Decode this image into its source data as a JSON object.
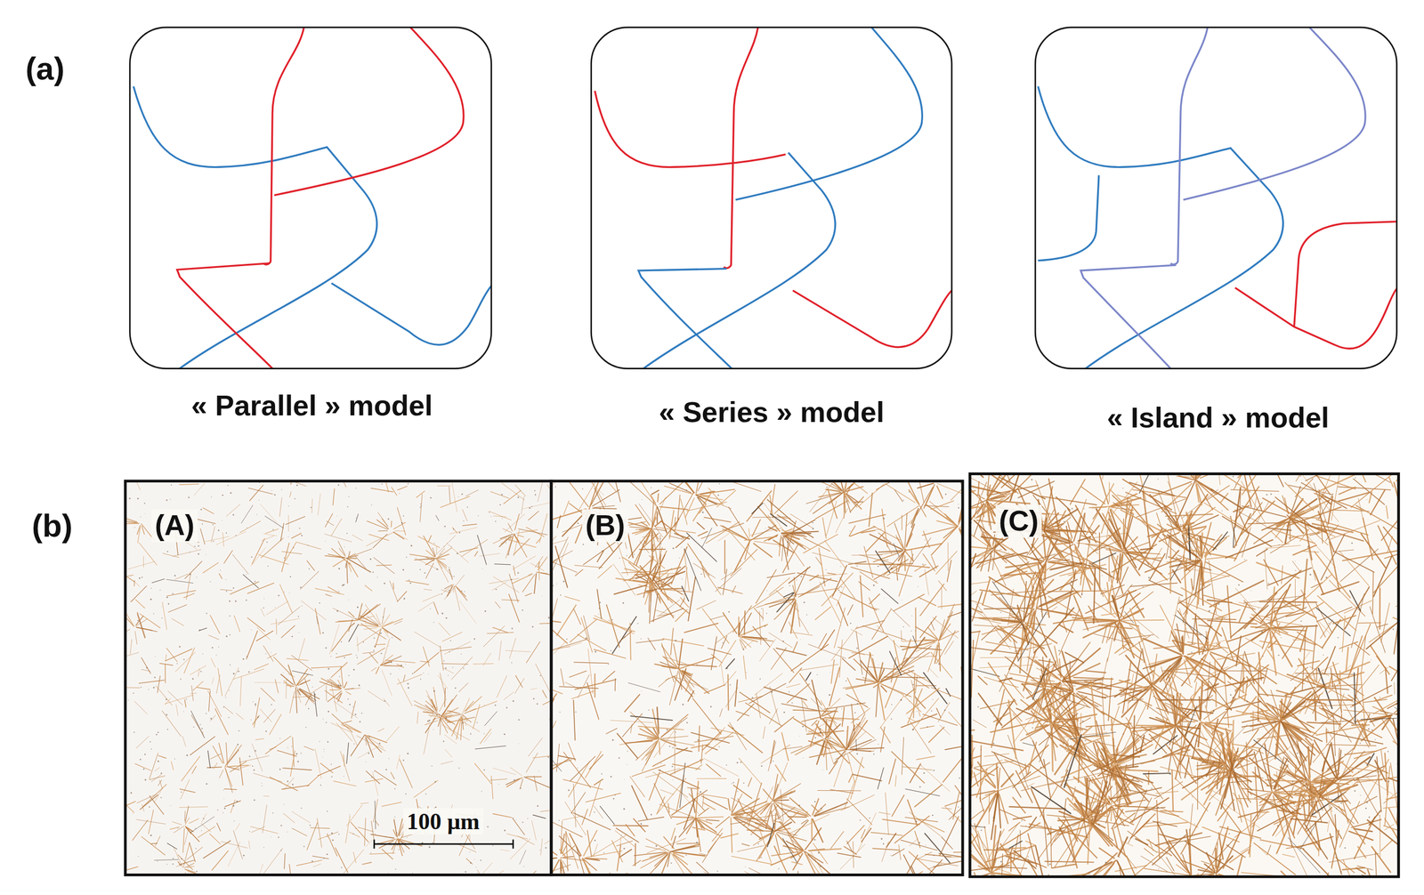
{
  "diagram": {
    "labels": [
      "(a)",
      "« Parallel » model",
      "« Series » model",
      "« Island » model",
      "(b)",
      "(A)",
      "(B)",
      "(C)",
      "100 µm"
    ]
  }
}
